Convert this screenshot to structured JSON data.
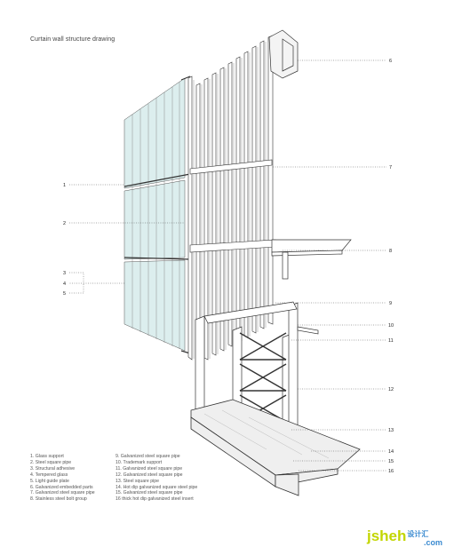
{
  "title": "Curtain wall structure drawing",
  "callouts": {
    "left": [
      "1",
      "2",
      "3",
      "4",
      "5"
    ],
    "right": [
      "6",
      "7",
      "8",
      "9",
      "10",
      "11",
      "12",
      "13",
      "14",
      "15",
      "16"
    ]
  },
  "legend": {
    "col1": [
      "1. Glass support",
      "2. Steel square pipe",
      "3. Structural adhesive",
      "4. Tempered glass",
      "5. Light guide plate",
      "6. Galvanized embedded parts",
      "7. Galvanized steel square pipe",
      "8. Stainless steel bolt group"
    ],
    "col2": [
      "9. Galvanized steel square pipe",
      "10. Trademark support",
      "11. Galvanized steel square pipe",
      "12. Galvanized steel square pipe",
      "13. Steel square pipe",
      "14. Hot dip galvanized square steel pipe",
      "15. Galvanized steel square pipe",
      "16 thick hot dip galvanized steel insert"
    ]
  },
  "brand": {
    "latin": "jsheh",
    "cn": "设计汇",
    "tld": ".com"
  },
  "colors": {
    "glass": "#dceeee",
    "line": "#333333",
    "brand_green": "#c3d600",
    "brand_blue": "#3a8ad0"
  }
}
